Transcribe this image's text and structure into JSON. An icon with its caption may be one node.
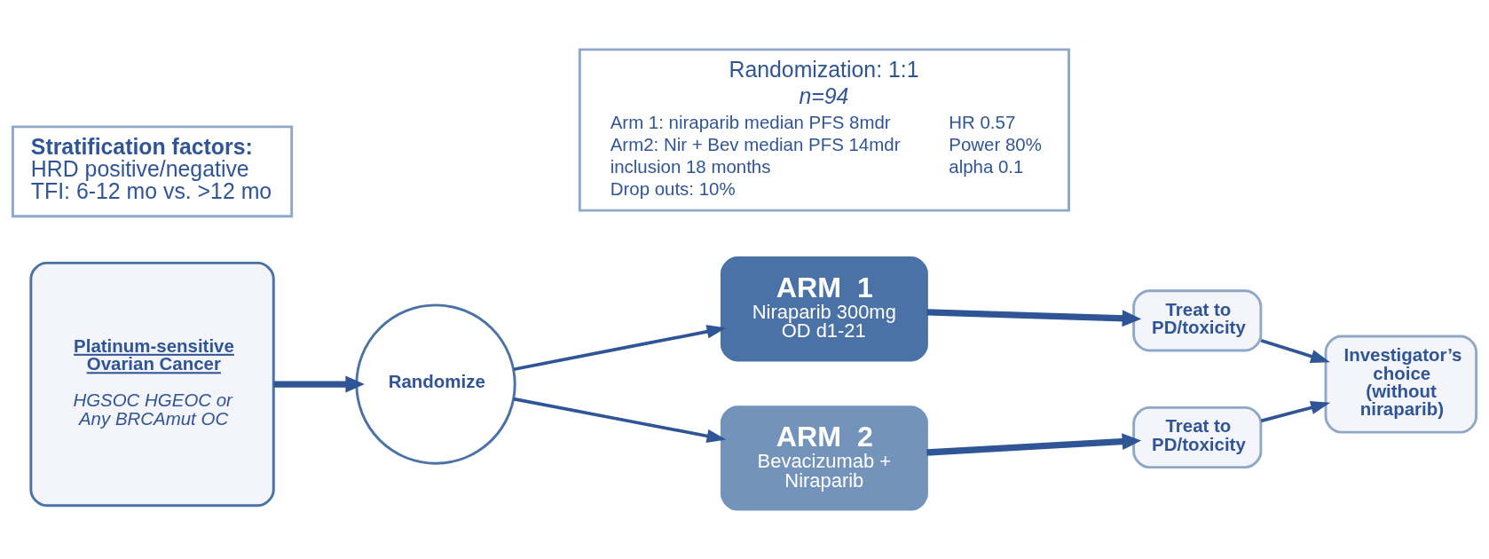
{
  "diagram": {
    "nodes": [
      {
        "text": [
          "Platinum-sensitive Ovarian Cancer",
          "HGSOC HGEOC or Any BRCAmut OC"
        ]
      },
      {
        "text": [
          "Randomize"
        ]
      },
      {
        "text": [
          "ARM  1",
          "Niraparib 300mg OD d1-21"
        ]
      },
      {
        "text": [
          "ARM  2",
          "Bevacizumab + Niraparib"
        ]
      },
      {
        "text": [
          "Treat to PD/toxicity"
        ]
      },
      {
        "text": [
          "Treat to PD/toxicity"
        ]
      },
      {
        "text": [
          "Investigator’s choice (without niraparib)"
        ]
      },
      {
        "text": [
          "Stratification factors:",
          "HRD positive/negative",
          "TFI: 6-12 mo vs. >12 mo"
        ]
      },
      {
        "text": [
          "Randomization: 1:1",
          "n=94",
          "Arm 1: niraparib median PFS 8mdr",
          "Arm2: Nir + Bev median PFS 14mdr",
          "inclusion 18 months",
          "Drop outs: 10%",
          "HR 0.57",
          "Power 80%",
          "alpha 0.1"
        ]
      }
    ],
    "edges": [
      {
        "from": 0,
        "to": 1,
        "arrow": "to",
        "style": "thick"
      },
      {
        "from": 1,
        "to": 2,
        "arrow": "to"
      },
      {
        "from": 1,
        "to": 3,
        "arrow": "to"
      },
      {
        "from": 2,
        "to": 4,
        "arrow": "to",
        "style": "thick"
      },
      {
        "from": 3,
        "to": 5,
        "arrow": "to",
        "style": "thick"
      },
      {
        "from": 4,
        "to": 6,
        "arrow": "to"
      },
      {
        "from": 5,
        "to": 6,
        "arrow": "to"
      }
    ]
  }
}
